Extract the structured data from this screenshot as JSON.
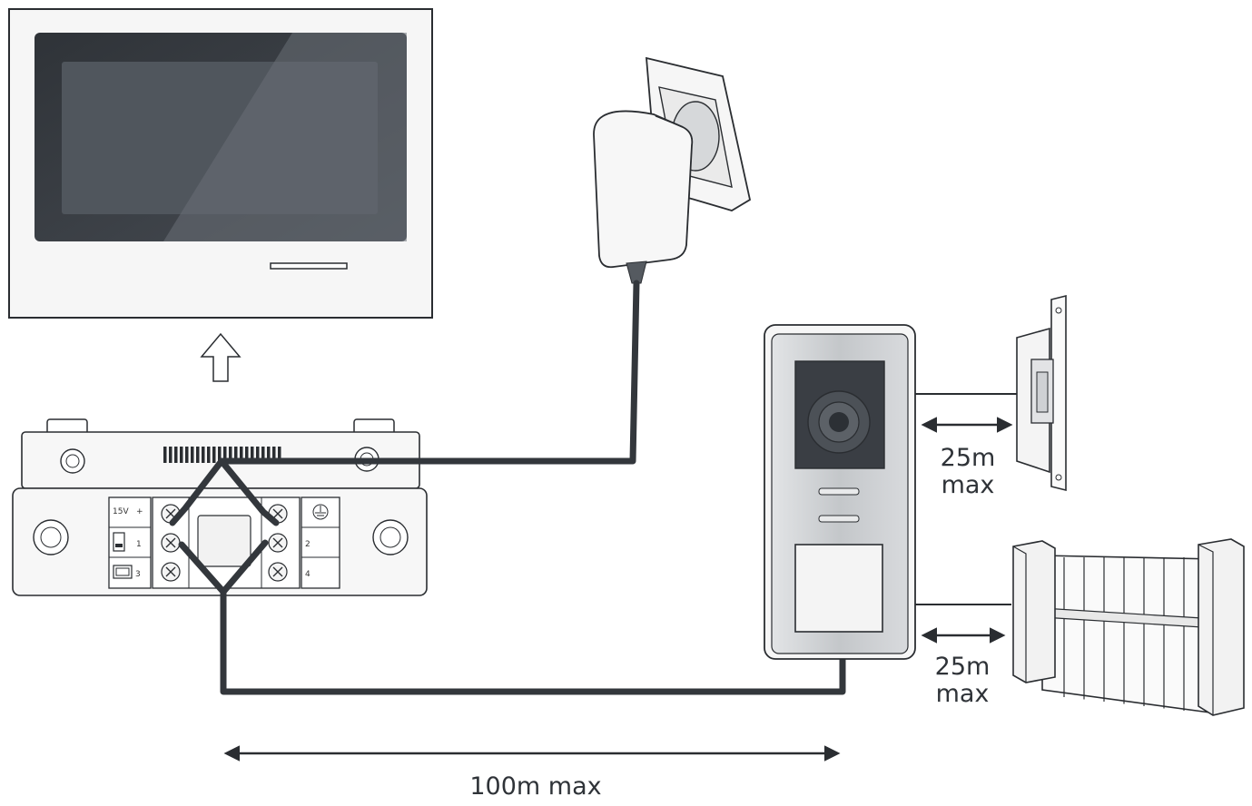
{
  "labels": {
    "lock_distance_value": "25m",
    "lock_distance_unit": "max",
    "gate_distance_value": "25m",
    "gate_distance_unit": "max",
    "cable_distance": "100m max"
  },
  "terminals": {
    "power": "15V",
    "plus": "+",
    "left_1": "1",
    "left_3": "3",
    "right_2": "2",
    "right_4": "4"
  },
  "colors": {
    "cable": "#33373c",
    "outline": "#2a2d31",
    "screen": "#3d4248",
    "panel": "#c9cccf"
  }
}
